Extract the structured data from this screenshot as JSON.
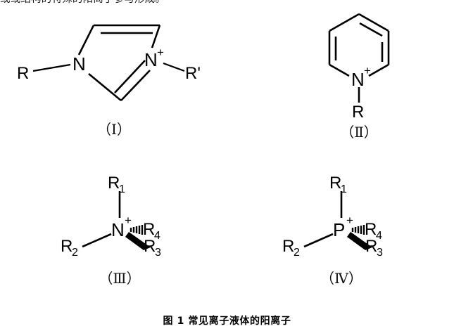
{
  "page": {
    "clipped_top_text": "或或结构的特殊的阳离子参与形成。",
    "caption": "图 1  常见离子液体的阳离子"
  },
  "structures": [
    {
      "id": "imidazolium",
      "label": "（Ⅰ）",
      "atoms": [
        {
          "name": "nitrogen-left",
          "text": "N",
          "charge": ""
        },
        {
          "name": "nitrogen-right",
          "text": "N",
          "charge": "+"
        }
      ],
      "substituents": [
        {
          "name": "r-left",
          "text": "R"
        },
        {
          "name": "r-prime-right",
          "text": "R'"
        }
      ]
    },
    {
      "id": "pyridinium",
      "label": "（Ⅱ）",
      "atoms": [
        {
          "name": "nitrogen",
          "text": "N",
          "charge": "+"
        }
      ],
      "substituents": [
        {
          "name": "r-bottom",
          "text": "R"
        }
      ]
    },
    {
      "id": "ammonium",
      "label": "（Ⅲ）",
      "atoms": [
        {
          "name": "nitrogen-center",
          "text": "N",
          "charge": "+"
        }
      ],
      "substituents": [
        {
          "name": "r1",
          "text": "R",
          "sub": "1"
        },
        {
          "name": "r2",
          "text": "R",
          "sub": "2"
        },
        {
          "name": "r3",
          "text": "R",
          "sub": "3"
        },
        {
          "name": "r4",
          "text": "R",
          "sub": "4"
        }
      ]
    },
    {
      "id": "phosphonium",
      "label": "（Ⅳ）",
      "atoms": [
        {
          "name": "phosphorus-center",
          "text": "P",
          "charge": "+"
        }
      ],
      "substituents": [
        {
          "name": "r1",
          "text": "R",
          "sub": "1"
        },
        {
          "name": "r2",
          "text": "R",
          "sub": "2"
        },
        {
          "name": "r3",
          "text": "R",
          "sub": "3"
        },
        {
          "name": "r4",
          "text": "R",
          "sub": "4"
        }
      ]
    }
  ],
  "colors": {
    "ink": "#000000",
    "background": "#ffffff"
  }
}
